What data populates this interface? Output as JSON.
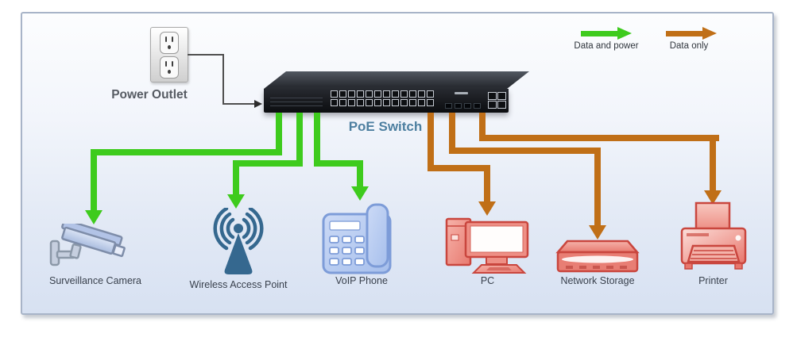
{
  "legend": {
    "data_and_power": {
      "label": "Data and power",
      "color": "#3ecb1d"
    },
    "data_only": {
      "label": "Data only",
      "color": "#c06f17"
    }
  },
  "power_outlet": {
    "label": "Power Outlet"
  },
  "poe_switch": {
    "label": "PoE Switch"
  },
  "devices": [
    {
      "id": "surveillance-camera",
      "label": "Surveillance Camera",
      "connection": "data_and_power"
    },
    {
      "id": "wireless-access-point",
      "label": "Wireless Access Point",
      "connection": "data_and_power"
    },
    {
      "id": "voip-phone",
      "label": "VoIP Phone",
      "connection": "data_and_power"
    },
    {
      "id": "pc",
      "label": "PC",
      "connection": "data_only"
    },
    {
      "id": "network-storage",
      "label": "Network Storage",
      "connection": "data_only"
    },
    {
      "id": "printer",
      "label": "Printer",
      "connection": "data_only"
    }
  ],
  "colors": {
    "data_and_power_line": "#3ecb1d",
    "data_only_line": "#c06f17",
    "panel_background_top": "#fcfdfe",
    "panel_background_bottom": "#d7e1f2",
    "switch_label_text": "#4d7fa0",
    "device_label_text": "#39414d"
  }
}
